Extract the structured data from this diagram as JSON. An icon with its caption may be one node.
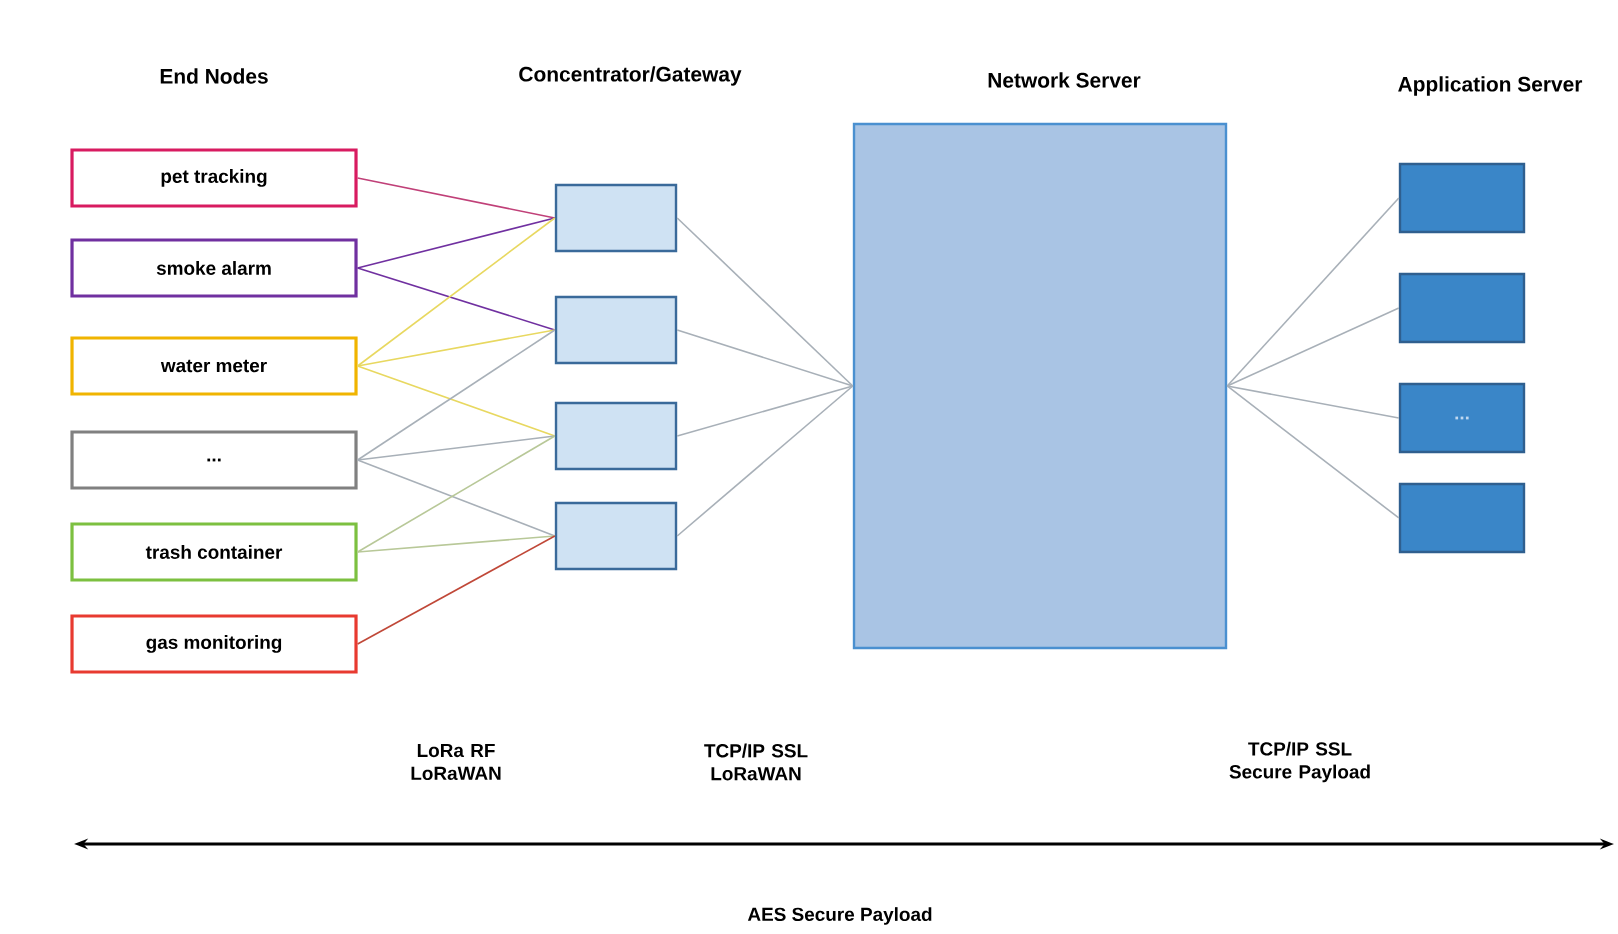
{
  "diagram": {
    "nodes": [
      {
        "text": [
          "pet tracking"
        ]
      },
      {
        "text": [
          "smoke alarm"
        ]
      },
      {
        "text": [
          "water meter"
        ]
      },
      {
        "text": [
          "..."
        ]
      },
      {
        "text": [
          "trash container"
        ]
      },
      {
        "text": [
          "gas monitoring"
        ]
      },
      {
        "text": [],
        "shape": "box"
      },
      {
        "text": [],
        "shape": "box"
      },
      {
        "text": [],
        "shape": "box"
      },
      {
        "text": [],
        "shape": "box"
      },
      {
        "text": [],
        "shape": "box"
      },
      {
        "text": [],
        "shape": "box"
      },
      {
        "text": [],
        "shape": "box"
      },
      {
        "text": [
          "..."
        ]
      },
      {
        "text": [],
        "shape": "box"
      }
    ],
    "edges": [
      {
        "from": 0,
        "to": 6,
        "arrow": "none",
        "color": "#c04078"
      },
      {
        "from": 1,
        "to": 6,
        "arrow": "none",
        "color": "#7030a0"
      },
      {
        "from": 1,
        "to": 7,
        "arrow": "none",
        "color": "#7030a0"
      },
      {
        "from": 2,
        "to": 6,
        "arrow": "none",
        "color": "#e8d860"
      },
      {
        "from": 2,
        "to": 7,
        "arrow": "none",
        "color": "#e8d860"
      },
      {
        "from": 2,
        "to": 8,
        "arrow": "none",
        "color": "#e8d860"
      },
      {
        "from": 3,
        "to": 7,
        "arrow": "none"
      },
      {
        "from": 3,
        "to": 8,
        "arrow": "none"
      },
      {
        "from": 3,
        "to": 9,
        "arrow": "none"
      },
      {
        "from": 4,
        "to": 8,
        "arrow": "none",
        "color": "#b8c898"
      },
      {
        "from": 4,
        "to": 9,
        "arrow": "none",
        "color": "#b8c898"
      },
      {
        "from": 5,
        "to": 9,
        "arrow": "none",
        "color": "#c04838"
      },
      {
        "from": 6,
        "to": 10,
        "arrow": "none"
      },
      {
        "from": 7,
        "to": 10,
        "arrow": "none"
      },
      {
        "from": 8,
        "to": 10,
        "arrow": "none"
      },
      {
        "from": 9,
        "to": 10,
        "arrow": "none"
      },
      {
        "from": 10,
        "to": 11,
        "arrow": "none"
      },
      {
        "from": 10,
        "to": 12,
        "arrow": "none"
      },
      {
        "from": 10,
        "to": 13,
        "arrow": "none"
      },
      {
        "from": 10,
        "to": 14,
        "arrow": "none"
      }
    ],
    "labels": [
      "End Nodes",
      "Concentrator/Gateway",
      "Network Server",
      "Application Server",
      "LoRa RF LoRaWAN",
      "TCP/IP SSL LoRaWAN",
      "TCP/IP SSL Secure Payload",
      "AES Secure Payload"
    ]
  }
}
